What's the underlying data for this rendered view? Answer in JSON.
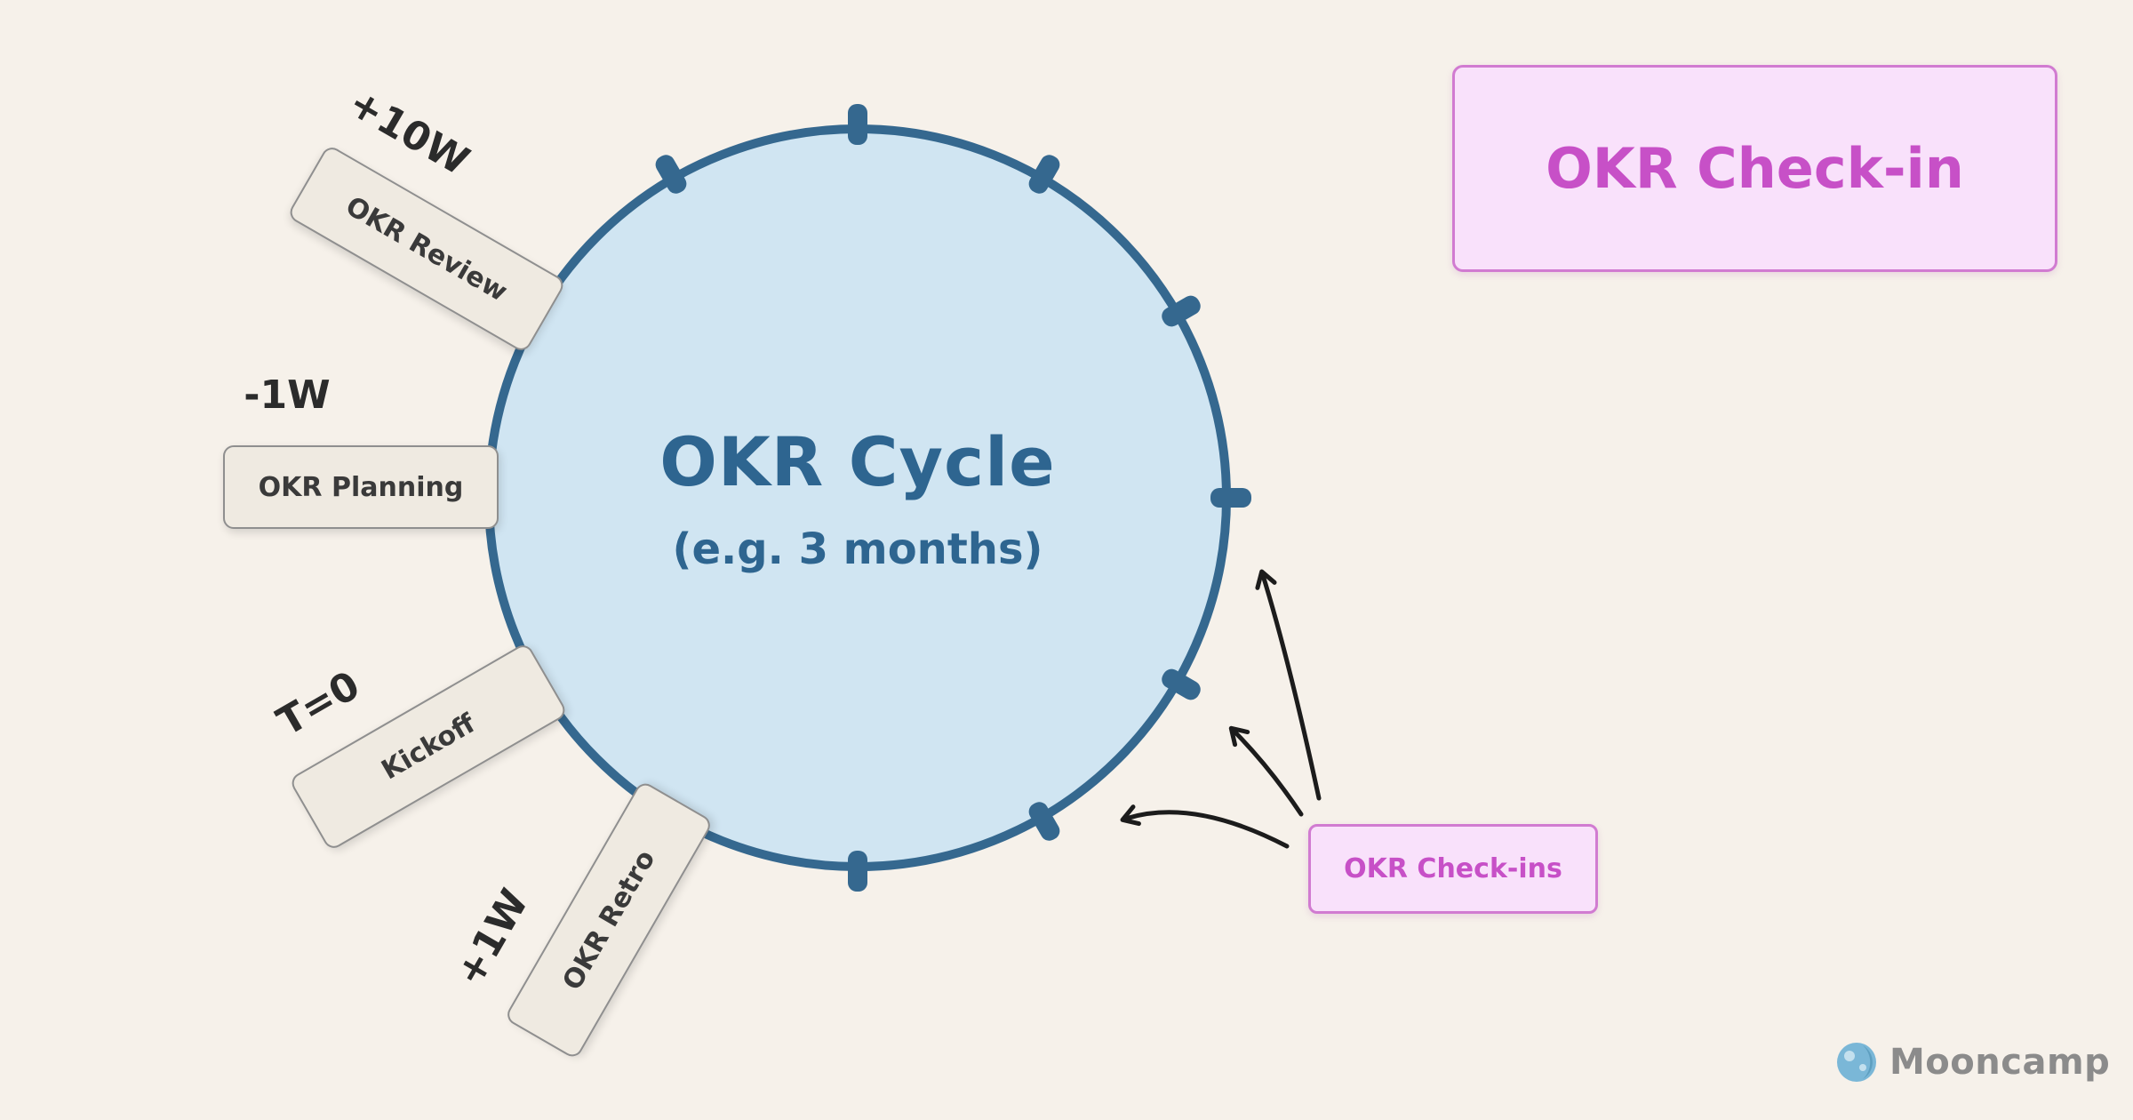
{
  "background_color": "#f6f1ea",
  "cycle": {
    "title": "OKR Cycle",
    "subtitle": "(e.g. 3 months)",
    "fill_color": "#d0e5f2",
    "border_color": "#35688f",
    "text_color": "#2e6590"
  },
  "stages": [
    {
      "time": "+10W",
      "label": "OKR Review"
    },
    {
      "time": "-1W",
      "label": "OKR Planning"
    },
    {
      "time": "T=0",
      "label": "Kickoff"
    },
    {
      "time": "+1W",
      "label": "OKR Retro"
    }
  ],
  "stage_box": {
    "bg_color": "#efeae1",
    "border_color": "#8f8f8f",
    "text_color": "#3a3a3a"
  },
  "checkin": {
    "title": "OKR Check-in",
    "callout": "OKR Check-ins",
    "bg_color": "#f9e1fb",
    "border_color": "#d17bd1",
    "text_color": "#c750c7"
  },
  "arrows": {
    "color": "#1c1c1c",
    "count": 3
  },
  "branding": {
    "name": "Mooncamp",
    "text_color": "#8b8b8b",
    "logo_color": "#7ab7d7"
  }
}
